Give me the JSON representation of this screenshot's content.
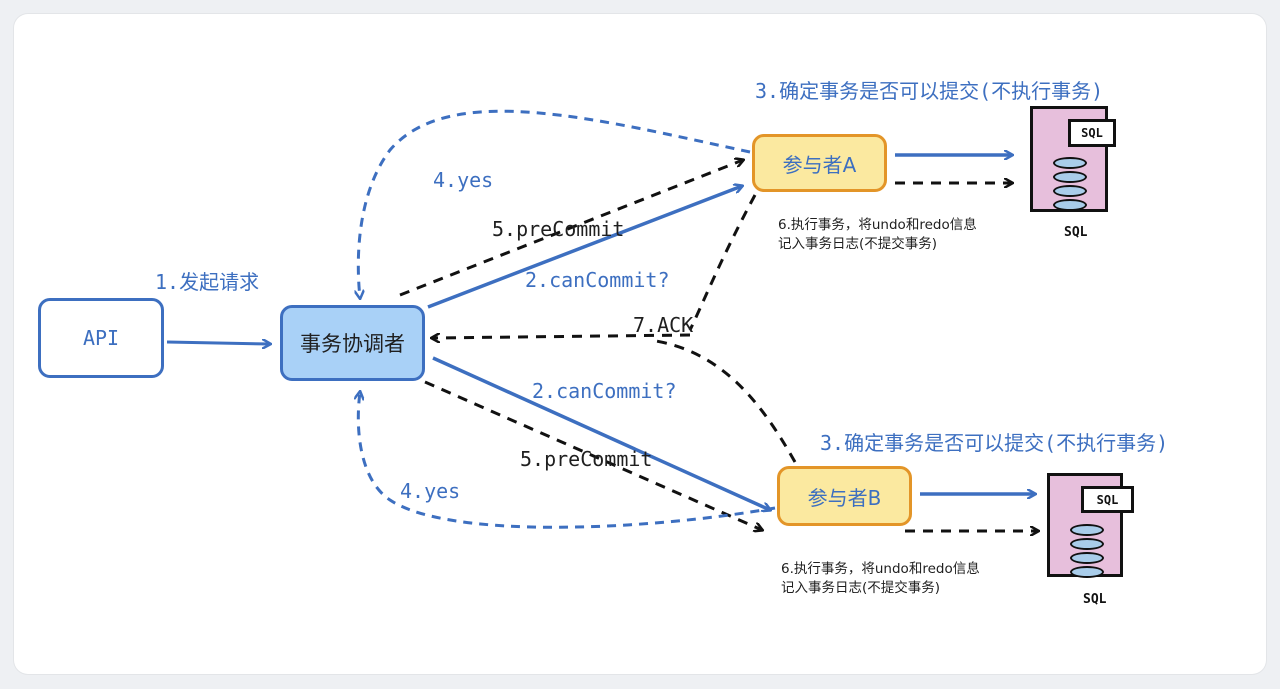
{
  "nodes": {
    "api": "API",
    "coordinator": "事务协调者",
    "participant_a": "参与者A",
    "participant_b": "参与者B"
  },
  "labels": {
    "step1": "1.发起请求",
    "step2_a": "2.canCommit?",
    "step2_b": "2.canCommit?",
    "step3_a": "3.确定事务是否可以提交(不执行事务)",
    "step3_b": "3.确定事务是否可以提交(不执行事务)",
    "step4_a": "4.yes",
    "step4_b": "4.yes",
    "step5_a": "5.preCommit",
    "step5_b": "5.preCommit",
    "step6_a_line1": "6.执行事务，将undo和redo信息",
    "step6_a_line2": "记入事务日志(不提交事务)",
    "step6_b_line1": "6.执行事务，将undo和redo信息",
    "step6_b_line2": "记入事务日志(不提交事务)",
    "step7": "7.ACK"
  },
  "databases": {
    "a": {
      "tag": "SQL",
      "caption": "SQL"
    },
    "b": {
      "tag": "SQL",
      "caption": "SQL"
    }
  },
  "colors": {
    "blue": "#3d6fc0",
    "orange": "#e39528",
    "yellow": "#fbe9a0",
    "light_blue": "#a9d1f7",
    "pink": "#e7bfdc"
  }
}
